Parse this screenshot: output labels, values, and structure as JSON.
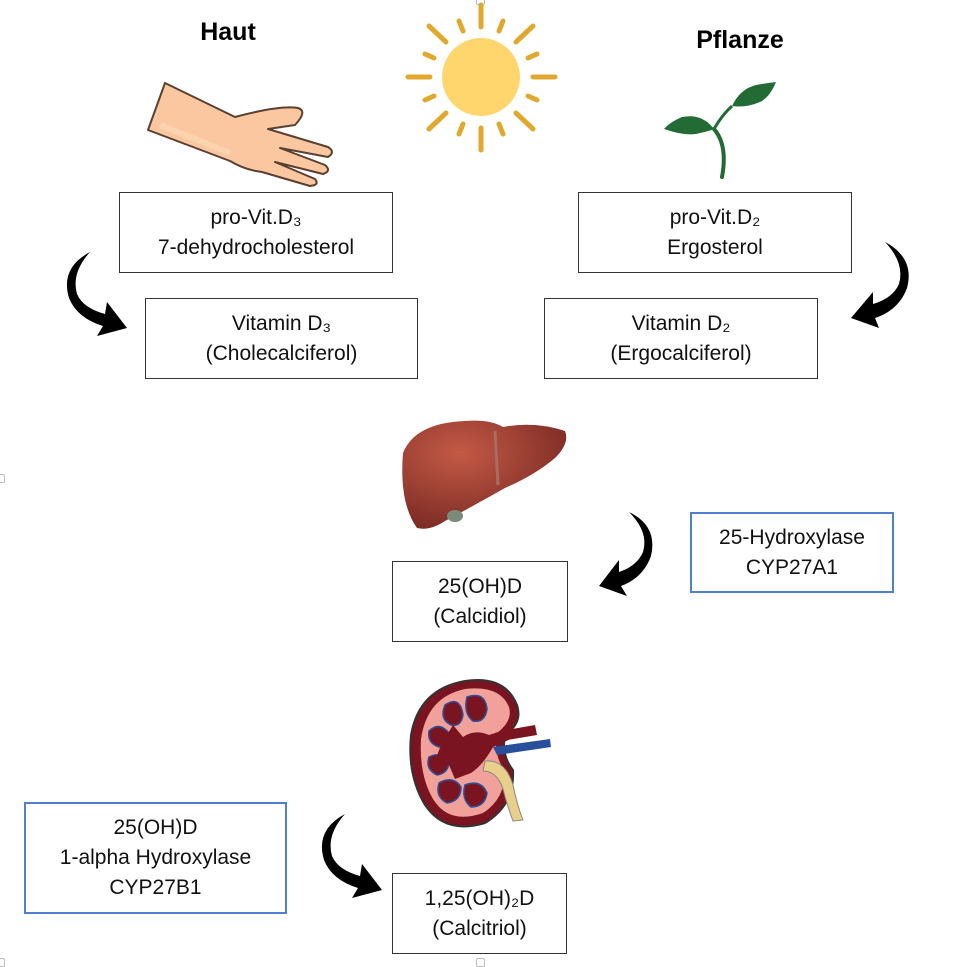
{
  "diagram": {
    "sources": {
      "skin": {
        "label": "Haut",
        "icon": "hand-icon"
      },
      "sun": {
        "icon": "sun-icon"
      },
      "plant": {
        "label": "Pflanze",
        "icon": "sprout-icon"
      }
    },
    "boxes": {
      "pro_vit_d3": {
        "line1": "pro-Vit.D₃",
        "line2": "7-dehydrocholesterol"
      },
      "vitamin_d3": {
        "line1": "Vitamin D₃",
        "line2": "(Cholecalciferol)"
      },
      "pro_vit_d2": {
        "line1": "pro-Vit.D₂",
        "line2": "Ergosterol"
      },
      "vitamin_d2": {
        "line1": "Vitamin D₂",
        "line2": "(Ergocalciferol)"
      },
      "calcidiol": {
        "line1": "25(OH)D",
        "line2": "(Calcidiol)"
      },
      "calcitriol": {
        "line1": "1,25(OH)₂D",
        "line2": "(Calcitriol)"
      }
    },
    "enzymes": {
      "liver_enzyme": {
        "line1": "25-Hydroxylase",
        "line2": "CYP27A1"
      },
      "kidney_enzyme": {
        "line1": "25(OH)D",
        "line2": "1-alpha Hydroxylase",
        "line3": "CYP27B1"
      }
    },
    "organs": {
      "liver": {
        "icon": "liver-icon"
      },
      "kidney": {
        "icon": "kidney-icon"
      }
    },
    "colors": {
      "enzyme_border": "#4f7fd0",
      "box_border": "#333333",
      "sun_core": "#ffd66e",
      "sun_rays": "#e0a92e",
      "leaf": "#236b35",
      "skin": "#fbc7a0",
      "liver": "#8e3a2f",
      "kidney_core": "#7a1420",
      "kidney_cortex": "#f2a09a",
      "ureter": "#e9d08a",
      "vein": "#2a4f9a"
    }
  }
}
